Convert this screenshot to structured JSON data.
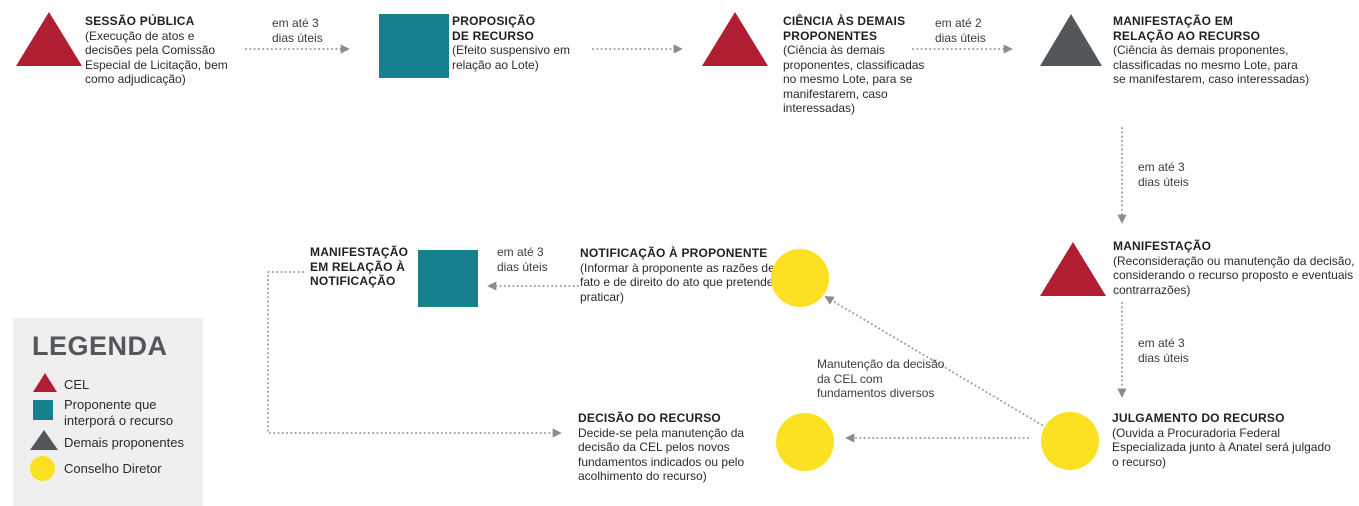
{
  "colors": {
    "cel_red": "#b01e32",
    "proponente_teal": "#17808f",
    "demais_gray": "#53565a",
    "conselho_yellow": "#fbe122",
    "connector_gray": "#9d9d9c",
    "legend_bg": "#efefef",
    "text": "#2d2a26"
  },
  "flow": {
    "sessao_publica": {
      "title": "SESSÃO PÚBLICA",
      "desc": "(Execução de atos e decisões pela Comissão Especial de Licitação, bem como adjudicação)"
    },
    "proposicao_recurso": {
      "title": "PROPOSIÇÃO DE RECURSO",
      "desc": "(Efeito suspensivo em relação ao Lote)"
    },
    "ciencia_demais_proponentes": {
      "title": "CIÊNCIA ÀS DEMAIS PROPONENTES",
      "desc": "(Ciência às demais proponentes, classificadas no mesmo Lote, para se manifestarem, caso interessadas)"
    },
    "manifestacao_em_relacao_ao_recurso": {
      "title": "MANIFESTAÇÃO EM RELAÇÃO AO RECURSO",
      "desc": "(Ciência às demais proponentes, classificadas no mesmo Lote, para se manifestarem, caso interessadas)"
    },
    "manifestacao": {
      "title": "MANIFESTAÇÃO",
      "desc": "(Reconsideração ou manutenção da decisão, considerando o recurso proposto e eventuais contrarrazões)"
    },
    "julgamento_do_recurso": {
      "title": "JULGAMENTO DO RECURSO",
      "desc": "(Ouvida a Procuradoria Federal Especializada junto à Anatel será julgado o recurso)"
    },
    "notificacao_a_proponente": {
      "title": "NOTIFICAÇÃO À PROPONENTE",
      "desc": "(Informar à proponente as razões de fato e de direito do ato que pretende praticar)"
    },
    "manifestacao_em_relacao_a_notificacao": {
      "title": "MANIFESTAÇÃO EM RELAÇÃO À NOTIFICAÇÃO"
    },
    "decisao_do_recurso": {
      "title": "DECISÃO DO RECURSO",
      "desc": "Decide-se pela manutenção da decisão da CEL pelos novos fundamentos indicados ou pelo acolhimento do recurso)"
    },
    "manutencao_note": "Manutenção da decisão da CEL com fundamentos diversos"
  },
  "timers": {
    "t1": "em até 3 dias úteis",
    "t2": "em até 2 dias úteis",
    "t3": "em até 3 dias úteis",
    "t4": "em até 3 dias úteis",
    "t5": "em até 3 dias úteis"
  },
  "legend": {
    "title": "LEGENDA",
    "items": [
      {
        "shape": "triangle",
        "color": "#b01e32",
        "label": "CEL"
      },
      {
        "shape": "square",
        "color": "#17808f",
        "label": "Proponente que interporá o recurso"
      },
      {
        "shape": "triangle",
        "color": "#53565a",
        "label": "Demais proponentes"
      },
      {
        "shape": "circle",
        "color": "#fbe122",
        "label": "Conselho Diretor"
      }
    ]
  }
}
